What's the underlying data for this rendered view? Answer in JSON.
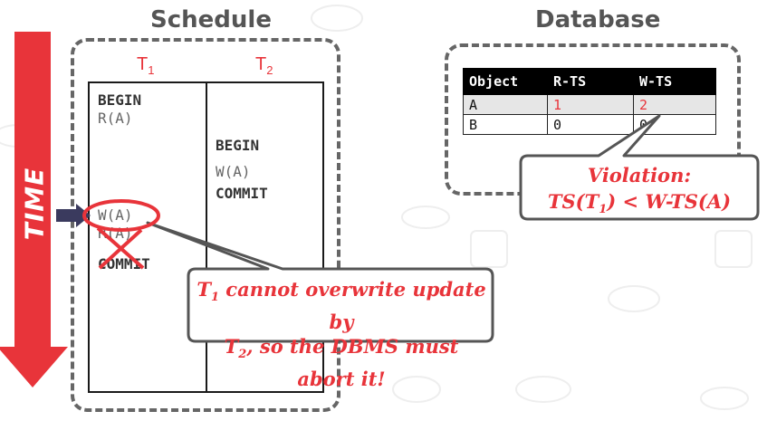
{
  "schedule": {
    "title": "Schedule",
    "t1_letter": "T",
    "t1_sub": "1",
    "t2_letter": "T",
    "t2_sub": "2",
    "t1_ops": [
      "BEGIN",
      "R(A)",
      "W(A)",
      "R(A)",
      "COMMIT"
    ],
    "t2_ops": [
      "BEGIN",
      "W(A)",
      "COMMIT"
    ]
  },
  "time_label": "TIME",
  "database": {
    "title": "Database",
    "headers": [
      "Object",
      "R-TS",
      "W-TS"
    ],
    "rows": [
      [
        "A",
        "1",
        "2"
      ],
      [
        "B",
        "0",
        "0"
      ]
    ]
  },
  "violation": {
    "line1": "Violation:",
    "line2_pre": "TS(T",
    "line2_sub": "1",
    "line2_post": ") < W-TS(A)"
  },
  "abort_note": {
    "l1_pre": "T",
    "l1_sub": "1",
    "l1_post": " cannot overwrite update by",
    "l2_pre": "T",
    "l2_sub": "2",
    "l2_post": ", so the DBMS must abort it!"
  },
  "colors": {
    "accent_red": "#e8343a",
    "arrow_red": "#e8343a",
    "pointer_navy": "#3a3a5e",
    "dash_gray": "#666666"
  }
}
